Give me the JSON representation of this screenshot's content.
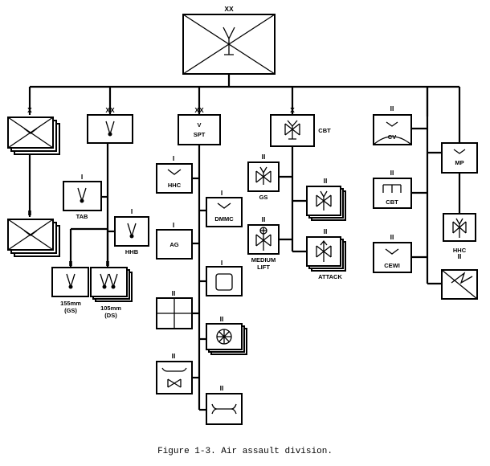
{
  "caption": "Figure 1-3. Air assault division.",
  "echelons": {
    "division": "XX",
    "brigade": "X",
    "division_artillery": "XX",
    "support_command": "XX",
    "aviation_brigade": "X",
    "battalion": "II",
    "company": "I"
  },
  "units": {
    "support_command": [
      "V",
      "SPT"
    ],
    "combat_aviation": "CBT",
    "hhc_support": "HHC",
    "dmmc": "DMMC",
    "ag": "AG",
    "gs_aviation": "GS",
    "medium_lift": [
      "MEDIUM",
      "LIFT"
    ],
    "attack": "ATTACK",
    "tab": "TAB",
    "hhb": "HHB",
    "gs_artillery": [
      "155mm",
      "(GS)"
    ],
    "ds_artillery": [
      "105mm",
      "(DS)"
    ],
    "cavalry": "CV",
    "combat_engineer": "CBT",
    "cewi": "CEWI",
    "military_police": "MP",
    "hhc_division": "HHC"
  }
}
